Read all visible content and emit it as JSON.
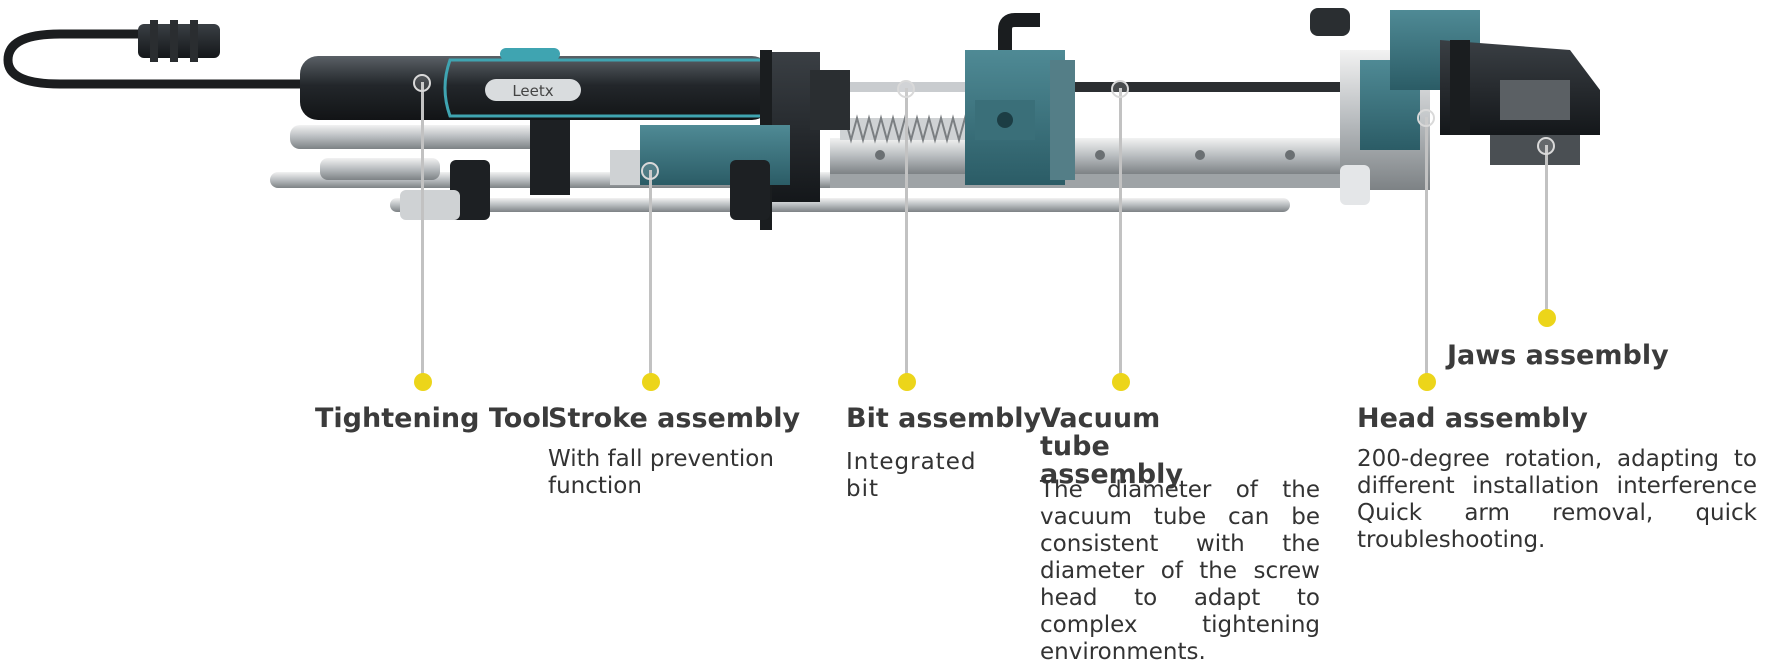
{
  "accent_color": "#ecd51a",
  "logo_text": "Leetx",
  "callouts": [
    {
      "id": "tightening",
      "title": "Tightening Tool",
      "desc": ""
    },
    {
      "id": "stroke",
      "title": "Stroke assembly",
      "desc": "With fall prevention function"
    },
    {
      "id": "bit",
      "title": "Bit assembly",
      "desc": "Integrated bit"
    },
    {
      "id": "vacuum",
      "title": "Vacuum tube assembly",
      "desc": "The diameter of the vacuum tube can be consistent with the diameter of the screw head to adapt to complex tightening environments."
    },
    {
      "id": "head",
      "title": "Head assembly",
      "desc": "200-degree rotation, adapting to different installation interference Quick arm removal, quick troubleshooting."
    },
    {
      "id": "jaws",
      "title": "Jaws assembly",
      "desc": ""
    }
  ]
}
